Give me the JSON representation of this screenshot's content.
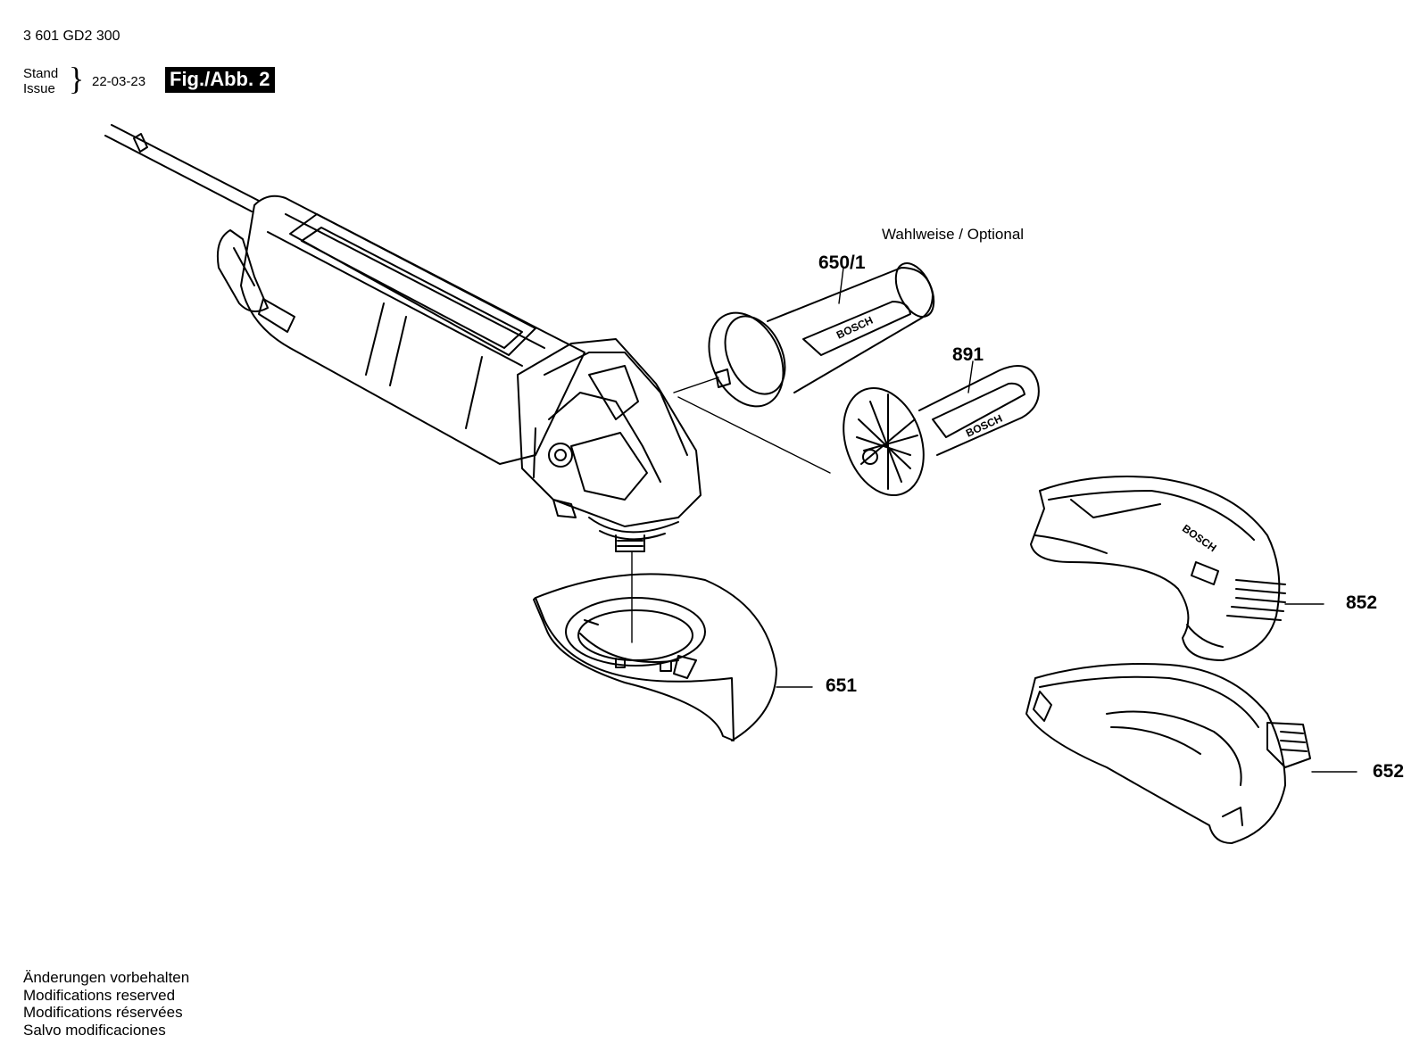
{
  "header": {
    "part_number": "3 601 GD2 300",
    "stand_label": "Stand",
    "issue_label": "Issue",
    "date": "22-03-23",
    "figure_label": "Fig./Abb. 2"
  },
  "optional_note": "Wahlweise / Optional",
  "callouts": {
    "handle_650_1": "650/1",
    "handle_891": "891",
    "guard_651": "651",
    "guard_852": "852",
    "guard_652": "652"
  },
  "footer": {
    "lines": [
      "Änderungen vorbehalten",
      "Modifications reserved",
      "Modifications réservées",
      "Salvo modificaciones"
    ]
  },
  "brand_marks": {
    "handle_logo": "BOSCH",
    "guard_logo": "BOSCH"
  }
}
